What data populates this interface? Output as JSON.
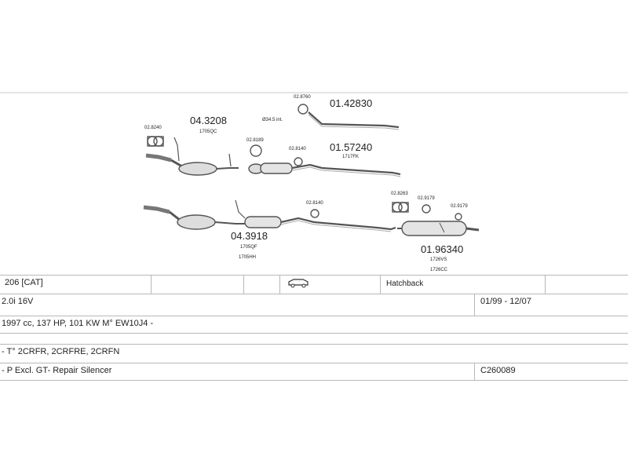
{
  "parts": {
    "front_pipe": {
      "part_no": "04.3208",
      "ref": "1705QC"
    },
    "front_gasket": {
      "part_no": "02.8240"
    },
    "clamp_front": {
      "part_no": "02.8189"
    },
    "rear_pipe_top": {
      "part_no": "01.42830",
      "bracket": "02.8760",
      "note": "Ø34.5 int."
    },
    "middle_silencer": {
      "part_no": "01.57240",
      "ref": "1717FK",
      "mount": "02.8140"
    },
    "catalytic_assembly": {
      "part_no": "04.3918",
      "refs": [
        "1705QF",
        "1705HH"
      ],
      "mount": "02.8140"
    },
    "rear_silencer": {
      "part_no": "01.96340",
      "refs": [
        "1726VS",
        "1726CC"
      ],
      "mount_a": "02.8263",
      "mount_b": "02.9179",
      "mount_c": "02.9179"
    }
  },
  "table": {
    "row1": {
      "model": "206  [CAT]",
      "body": "Hatchback"
    },
    "row2": {
      "engine": "2.0i 16V",
      "dates": "01/99 - 12/07"
    },
    "row3": {
      "specs": "1997 cc, 137 HP, 101 KW  M° EW10J4 -"
    },
    "row5": {
      "codes": "- T° 2CRFR, 2CRFRE, 2CRFN"
    },
    "row6": {
      "note": "- P Excl. GT- Repair Silencer",
      "code": "C260089"
    }
  },
  "icons": {
    "body_icon": "hatchback-car-icon"
  }
}
